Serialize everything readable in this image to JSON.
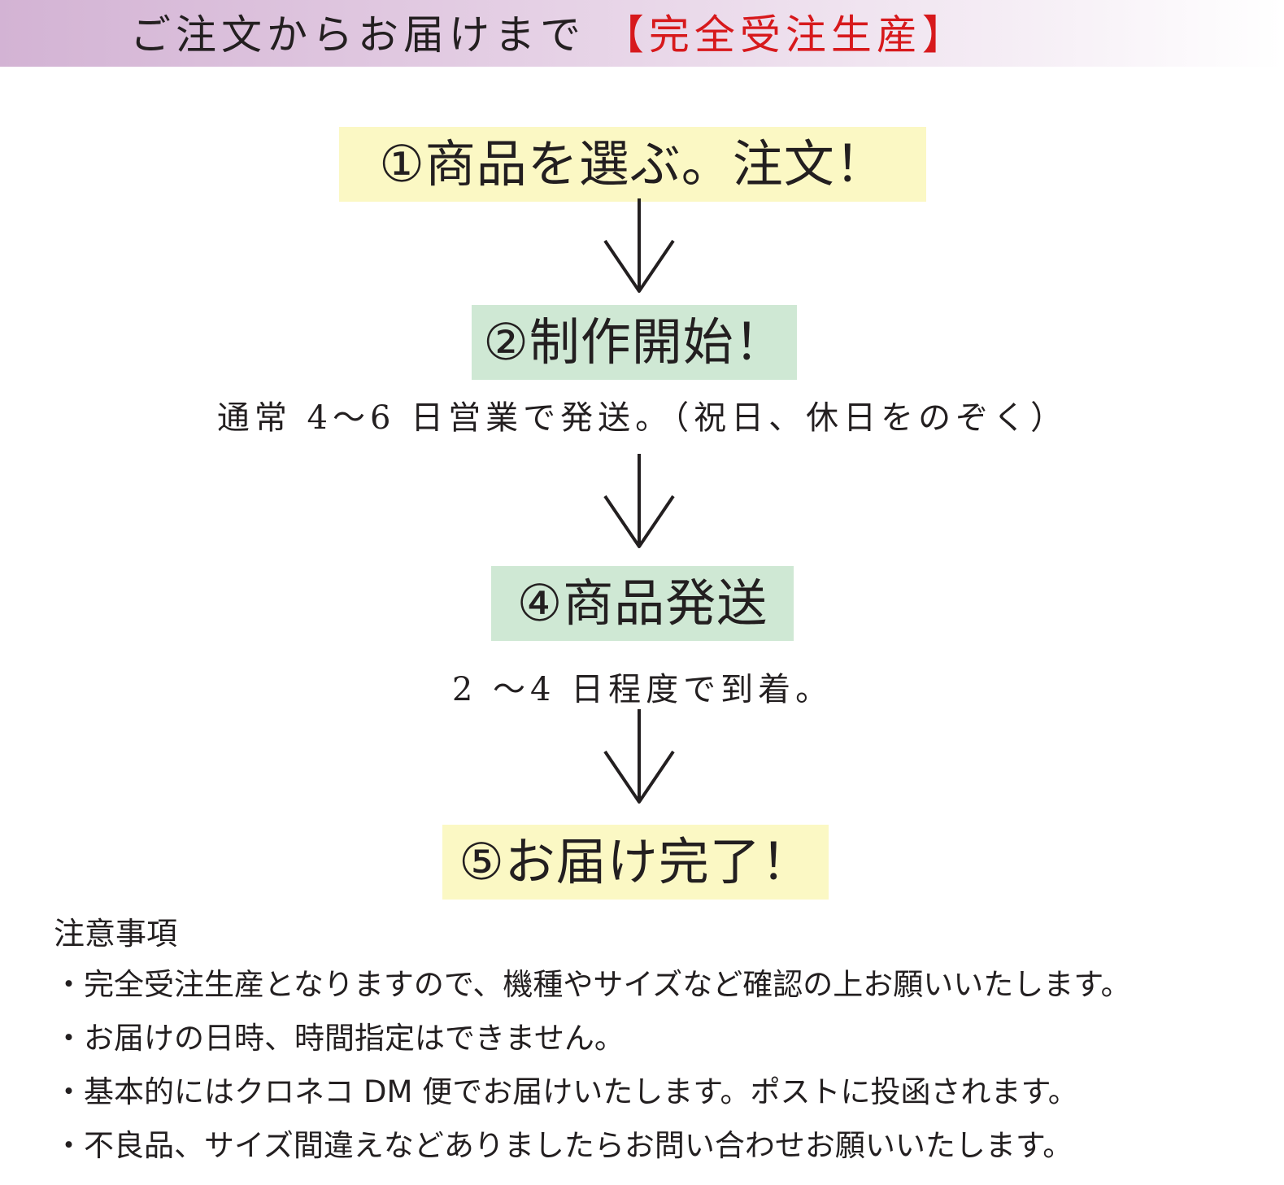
{
  "header": {
    "title": "ご注文からお届けまで",
    "accent": "【完全受注生産】"
  },
  "colors": {
    "header_gradient_start": "#d3b3d4",
    "accent_red": "#d7191c",
    "step_yellow": "#fbf8c4",
    "step_green": "#cfe8d4",
    "text": "#231f20"
  },
  "steps": [
    {
      "label": "①商品を選ぶ。注文！"
    },
    {
      "label": "②制作開始！",
      "note": "通常 4〜6 日営業で発送。（祝日、休日をのぞく）"
    },
    {
      "label": "④商品発送",
      "note": "2 〜4 日程度で到着。"
    },
    {
      "label": "⑤お届け完了！"
    }
  ],
  "notes": {
    "heading": "注意事項",
    "items": [
      "・完全受注生産となりますので、機種やサイズなど確認の上お願いいたします。",
      "・お届けの日時、時間指定はできません。",
      "・基本的にはクロネコ DM 便でお届けいたします。ポストに投函されます。",
      "・不良品、サイズ間違えなどありましたらお問い合わせお願いいたします。"
    ]
  }
}
